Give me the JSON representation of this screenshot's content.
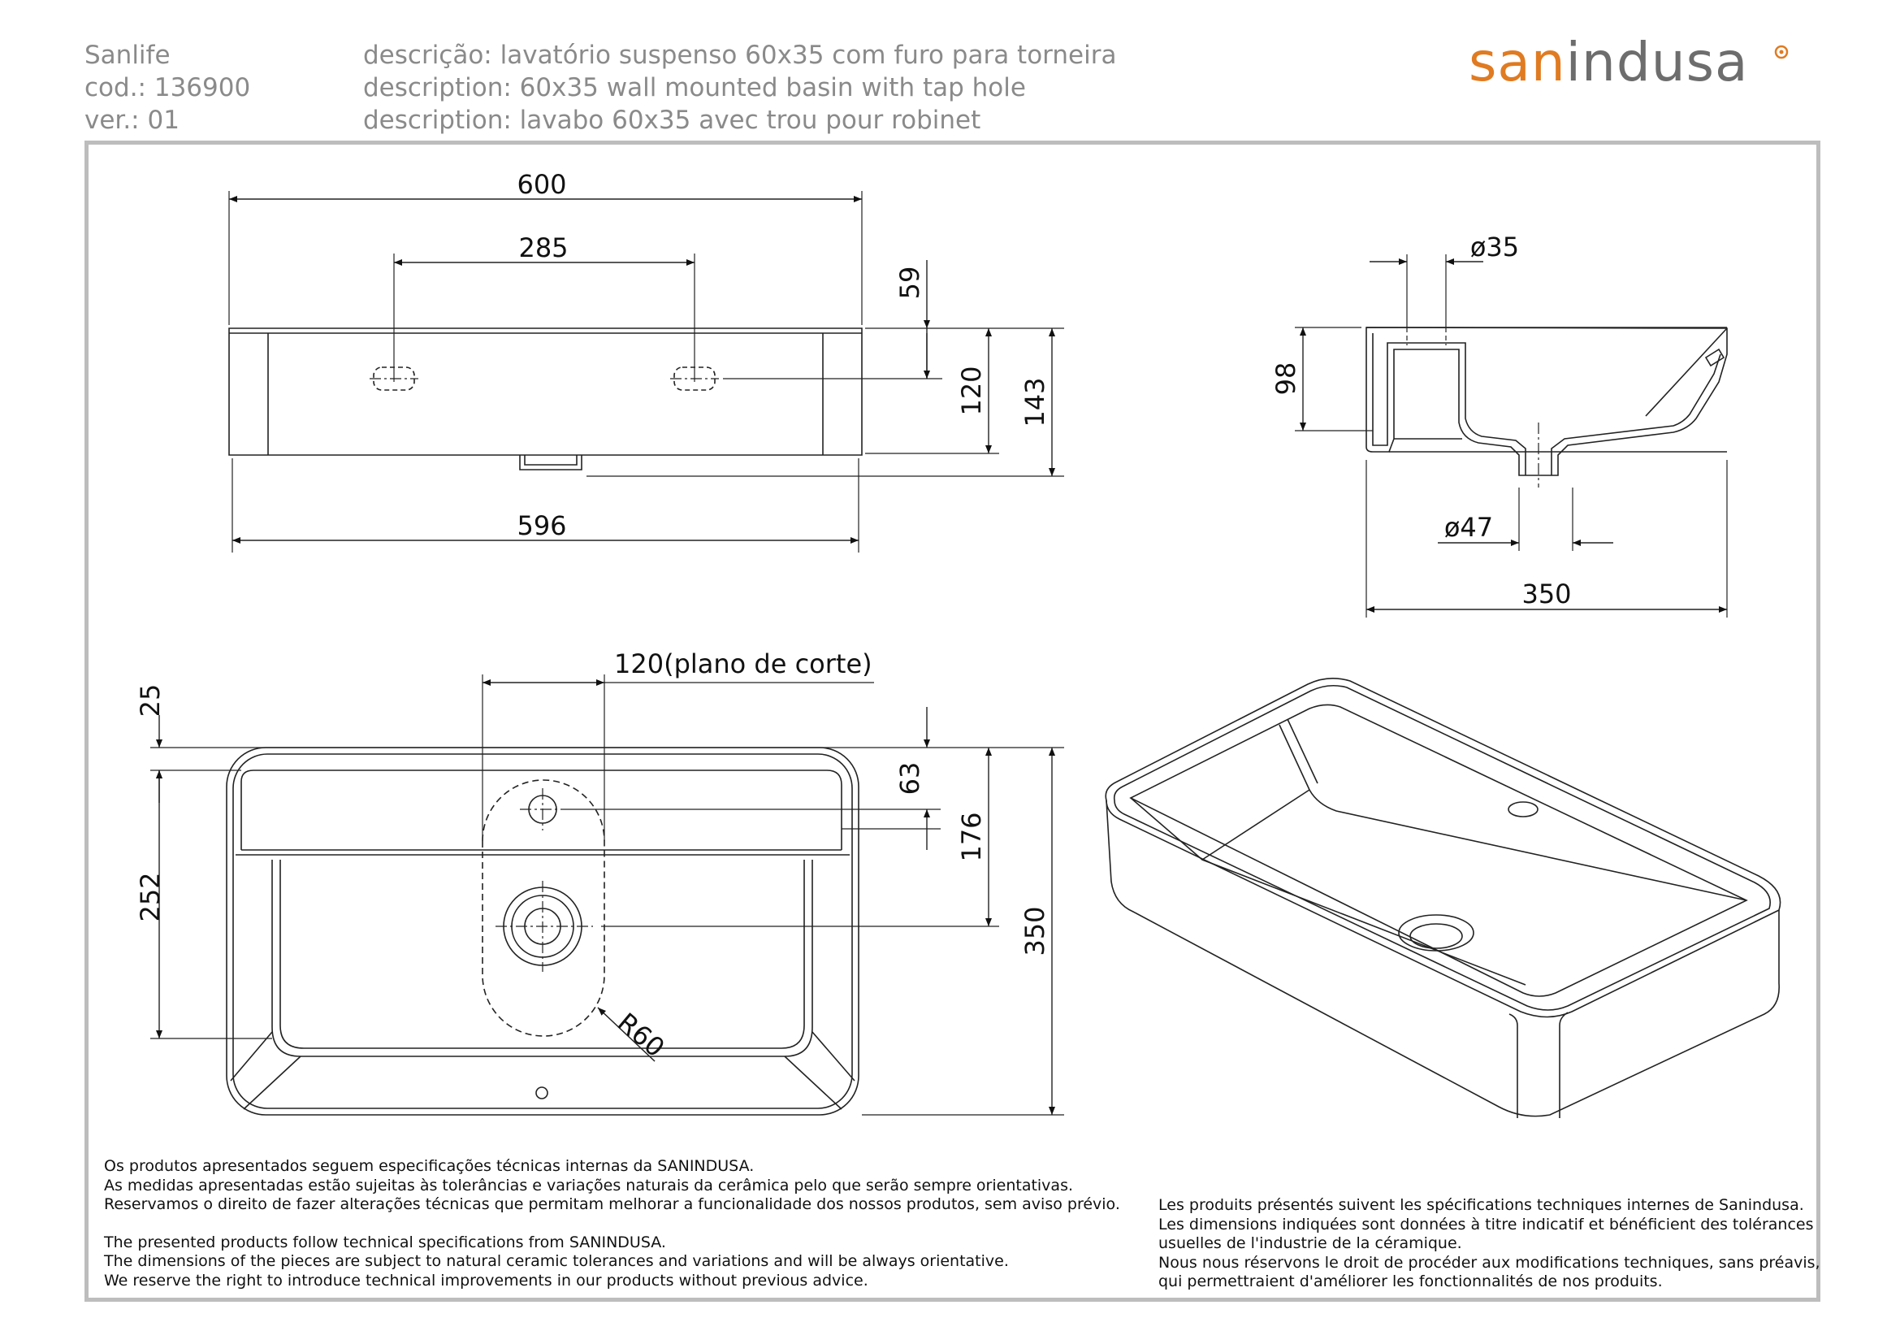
{
  "header": {
    "product": "Sanlife",
    "code": "cod.: 136900",
    "version": "ver.: 01",
    "desc_pt": "descrição: lavatório suspenso 60x35 com furo para torneira",
    "desc_en": "description: 60x35 wall mounted basin with tap hole",
    "desc_fr": "description: lavabo 60x35 avec trou pour robinet"
  },
  "logo": {
    "part1": "san",
    "part2": "indusa",
    "accent_color": "#e07b22",
    "gray_color": "#6d6d6d"
  },
  "dimensions": {
    "front_width": "600",
    "hole_spacing": "285",
    "front_base_width": "596",
    "top_offset": "59",
    "hole_height": "120",
    "total_height": "143",
    "tap_hole_dia": "ø35",
    "side_height": "98",
    "waste_dia": "ø47",
    "depth": "350",
    "cut_plane": "120(plano de corte)",
    "rim_back": "25",
    "inner_depth": "252",
    "tap_offset": "63",
    "waste_offset": "176",
    "plan_depth": "350",
    "radius": "R60"
  },
  "notes": {
    "pt": [
      "Os produtos apresentados seguem especificações técnicas internas da SANINDUSA.",
      "As medidas apresentadas estão sujeitas às tolerâncias e variações naturais da cerâmica pelo que serão sempre orientativas.",
      "Reservamos o direito de fazer alterações técnicas que permitam melhorar a funcionalidade dos nossos produtos, sem aviso prévio."
    ],
    "en": [
      "The presented products follow technical specifications from SANINDUSA.",
      "The dimensions of the pieces are subject to natural ceramic tolerances and variations and will be always orientative.",
      "We reserve the right to introduce technical improvements in our products without previous advice."
    ],
    "fr": [
      "Les produits présentés suivent les spécifications techniques internes de Sanindusa.",
      "Les dimensions indiquées sont données à titre indicatif et bénéficient des tolérances",
      "usuelles de l'industrie de la céramique.",
      "Nous nous réservons le droit de procéder aux modifications techniques, sans préavis,",
      "qui permettraient d'améliorer les fonctionnalités de nos produits."
    ]
  }
}
